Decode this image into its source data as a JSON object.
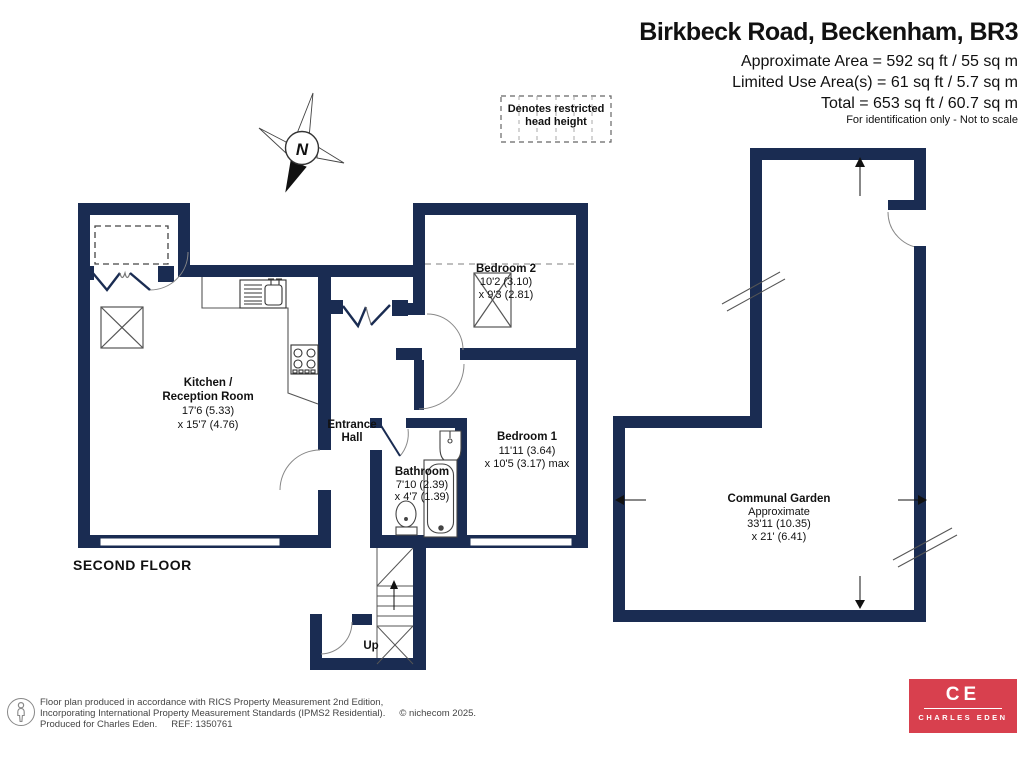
{
  "header": {
    "title": "Birkbeck Road, Beckenham, BR3",
    "approx_area": "Approximate Area = 592 sq ft / 55 sq m",
    "limited_use": "Limited Use Area(s) = 61 sq ft / 5.7 sq m",
    "total": "Total = 653 sq ft / 60.7 sq m",
    "disclaimer": "For identification only - Not to scale"
  },
  "legend": {
    "line1": "Denotes restricted",
    "line2": "head height"
  },
  "compass": {
    "label": "N"
  },
  "plan": {
    "floor_label": "SECOND FLOOR",
    "rooms": {
      "kitchen": {
        "name1": "Kitchen /",
        "name2": "Reception Room",
        "dim1": "17'6 (5.33)",
        "dim2": "x 15'7 (4.76)"
      },
      "entrance": {
        "name1": "Entrance",
        "name2": "Hall"
      },
      "bathroom": {
        "name": "Bathroom",
        "dim1": "7'10 (2.39)",
        "dim2": "x 4'7 (1.39)"
      },
      "bedroom1": {
        "name": "Bedroom 1",
        "dim1": "11'11 (3.64)",
        "dim2": "x 10'5 (3.17) max"
      },
      "bedroom2": {
        "name": "Bedroom 2",
        "dim1": "10'2 (3.10)",
        "dim2": "x 9'3 (2.81)"
      },
      "stairs": {
        "label": "Up"
      }
    }
  },
  "garden": {
    "name": "Communal Garden",
    "line2": "Approximate",
    "dim1": "33'11 (10.35)",
    "dim2": "x 21' (6.41)"
  },
  "footer": {
    "line1": "Floor plan produced in accordance with RICS Property Measurement 2nd Edition,",
    "line2": "Incorporating International Property Measurement Standards (IPMS2 Residential).",
    "copyright": "© nichecom 2025.",
    "line3a": "Produced for Charles Eden.",
    "ref": "REF: 1350761"
  },
  "logo": {
    "initials": "CE",
    "name": "CHARLES EDEN"
  },
  "colors": {
    "wall": "#1a2c52",
    "logo_red": "#d8404e"
  }
}
